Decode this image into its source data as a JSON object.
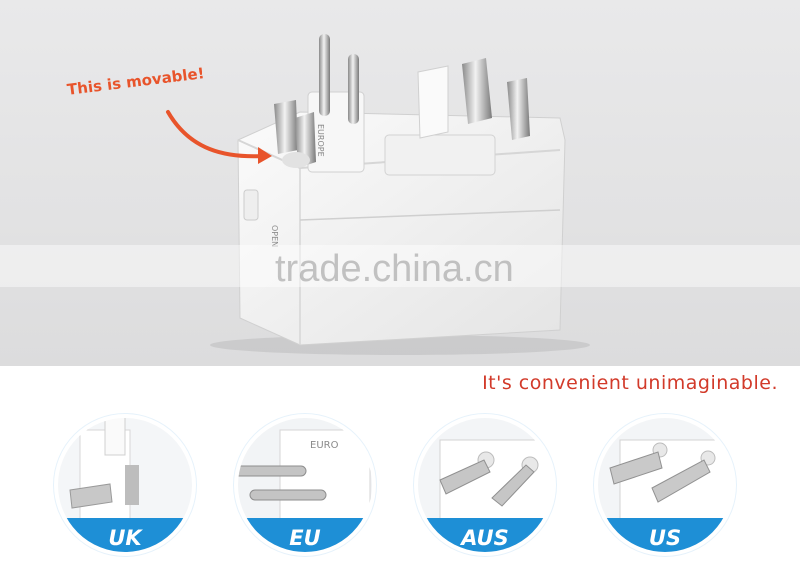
{
  "hero": {
    "callout_text": "This is movable!",
    "watermark": "trade.china.cn",
    "adapter_engraving_europe": "EUROPE",
    "adapter_engraving_open": "OPEN"
  },
  "tagline": "It's convenient unimaginable.",
  "plug_types": [
    {
      "label": "UK"
    },
    {
      "label": "EU",
      "engraving": "EURO"
    },
    {
      "label": "AUS"
    },
    {
      "label": "US"
    }
  ],
  "colors": {
    "accent_orange": "#e8542b",
    "tagline_red": "#d23a2a",
    "badge_blue": "#1e8fd6",
    "badge_ring": "#e6f2fb"
  }
}
